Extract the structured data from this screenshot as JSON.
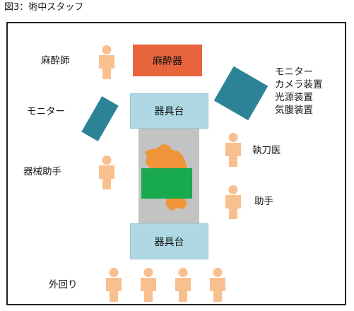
{
  "title": "図3：術中スタッフ",
  "equipment": {
    "anesthesia_machine": "麻酔器",
    "instrument_table_top": "器具台",
    "instrument_table_bottom": "器具台"
  },
  "labels": {
    "anesthesiologist": "麻酔師",
    "monitor_left": "モニター",
    "scrub_nurse": "器械助手",
    "monitor_right_lines": [
      "モニター",
      "カメラ装置",
      "光源装置",
      "気腹装置"
    ],
    "surgeon": "執刀医",
    "assistant": "助手",
    "circulating": "外回り"
  },
  "colors": {
    "person": "#f9c08f",
    "anesthesia_machine": "#e8643c",
    "instrument_table": "#add8e4",
    "monitor": "#2d8396",
    "operating_table": "#c3c3c3",
    "patient": "#f0953a",
    "drape": "#1aaa4e"
  },
  "icons": [
    "person-icon",
    "patient-silhouette",
    "surgical-drape"
  ]
}
